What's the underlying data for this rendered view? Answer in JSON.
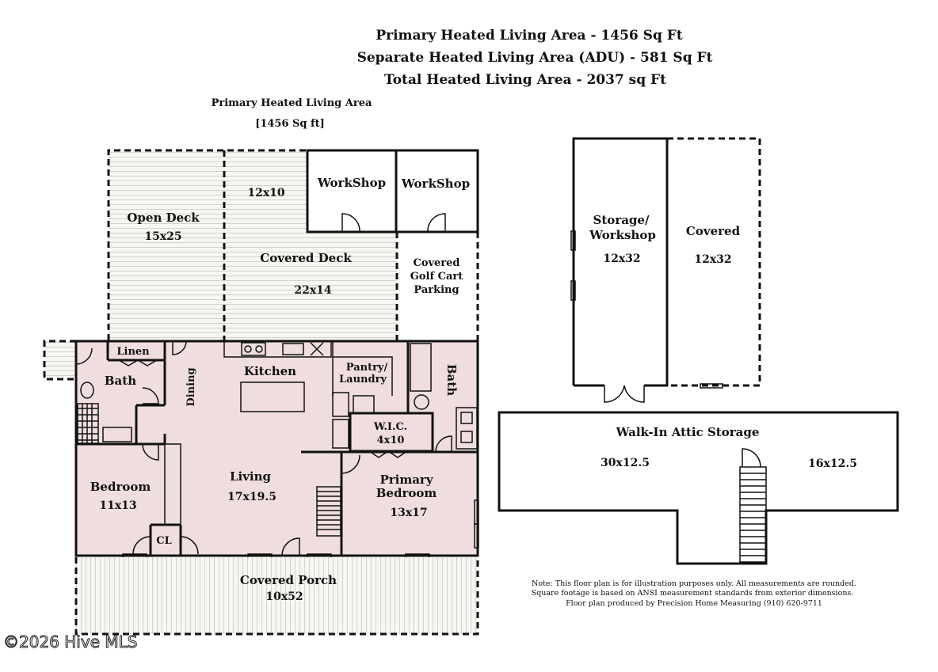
{
  "header": {
    "line1": "Primary Heated Living Area - 1456 Sq Ft",
    "line2": "Separate Heated Living Area (ADU) - 581 Sq Ft",
    "line3": "Total Heated Living Area - 2037 sq Ft"
  },
  "section": {
    "title": "Primary Heated Living Area",
    "area": "[1456 Sq ft]"
  },
  "rooms": {
    "open_deck": {
      "name": "Open Deck",
      "dim": "15x25"
    },
    "covered_deck": {
      "name": "Covered Deck",
      "dim": "22x14",
      "note": "12x10"
    },
    "workshop1": {
      "name": "WorkShop"
    },
    "workshop2": {
      "name": "WorkShop"
    },
    "golf_cart": {
      "line1": "Covered",
      "line2": "Golf Cart",
      "line3": "Parking"
    },
    "linen": {
      "name": "Linen"
    },
    "bath_left": {
      "name": "Bath"
    },
    "dining": {
      "name": "Dining"
    },
    "kitchen": {
      "name": "Kitchen"
    },
    "pantry": {
      "line1": "Pantry/",
      "line2": "Laundry"
    },
    "bath_right": {
      "name": "Bath"
    },
    "wic": {
      "name": "W.I.C.",
      "dim": "4x10"
    },
    "bedroom": {
      "name": "Bedroom",
      "dim": "11x13"
    },
    "living": {
      "name": "Living",
      "dim": "17x19.5"
    },
    "primary_bedroom": {
      "line1": "Primary",
      "line2": "Bedroom",
      "dim": "13x17"
    },
    "closet": {
      "name": "CL"
    },
    "covered_porch": {
      "name": "Covered Porch",
      "dim": "10x52"
    },
    "storage": {
      "line1": "Storage/",
      "line2": "Workshop",
      "dim": "12x32"
    },
    "covered_right": {
      "name": "Covered",
      "dim": "12x32"
    },
    "attic": {
      "name": "Walk-In Attic Storage",
      "dim_left": "30x12.5",
      "dim_right": "16x12.5"
    }
  },
  "note": {
    "line1": "Note: This floor plan is for illustration purposes only. All measurements are rounded.",
    "line2": "Square footage is based on ANSI measurement standards from exterior dimensions.",
    "line3": "Floor plan produced by Precision Home Measuring (910) 620-9711"
  },
  "watermark": "©2026 Hive MLS",
  "colors": {
    "interior_fill": "#f0dede",
    "deck_fill": "#f6f6f2",
    "deck_lines": "#d4d4cc",
    "wall": "#111111"
  }
}
